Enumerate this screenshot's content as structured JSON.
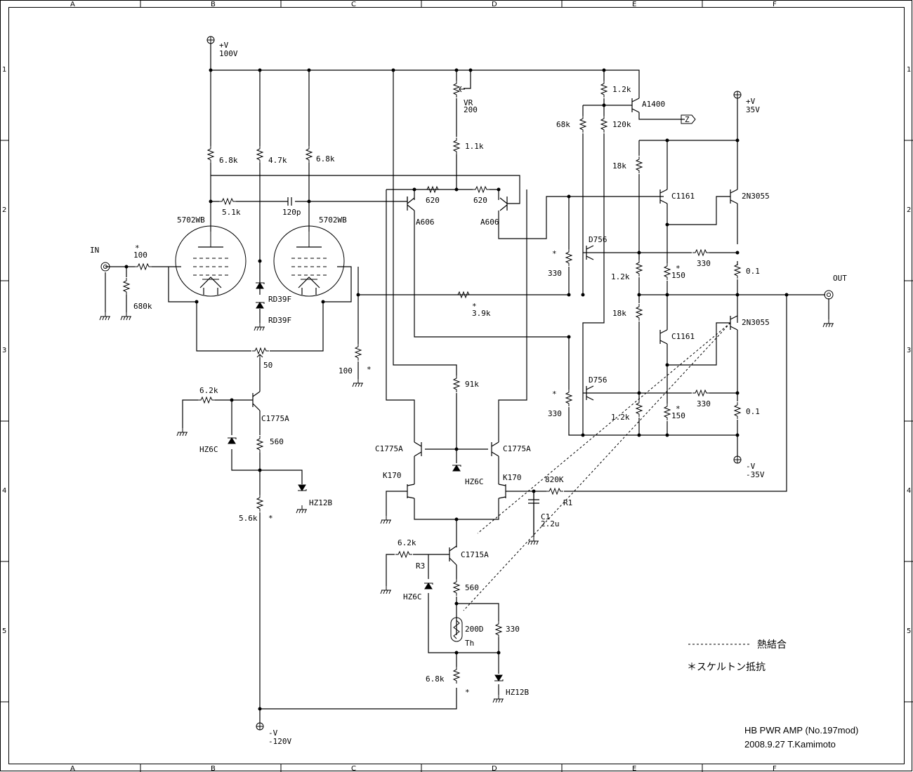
{
  "title_block": {
    "name": "HB PWR AMP (No.197mod)",
    "date_author": "2008.9.27  T.Kamimoto"
  },
  "legend": {
    "thermal": "熱結合",
    "skeleton": "＊スケルトン抵抗"
  },
  "frame": {
    "cols": [
      "A",
      "B",
      "C",
      "D",
      "E",
      "F"
    ],
    "rows": [
      "1",
      "2",
      "3",
      "4",
      "5"
    ]
  },
  "rails": {
    "v100": [
      "+V",
      "100V"
    ],
    "v35p": [
      "+V",
      "35V"
    ],
    "v35n": [
      "-V",
      "-35V"
    ],
    "v120n": [
      "-V",
      "-120V"
    ]
  },
  "io": {
    "in": "IN",
    "out": "OUT"
  },
  "labels": {
    "r100in": "100",
    "r680k": "680k",
    "star": "*",
    "r68k_b": "6.8k",
    "r47k": "4.7k",
    "r68k_b2": "6.8k",
    "r51k": "5.1k",
    "c120p": "120p",
    "tube1": "5702WB",
    "tube2": "5702WB",
    "rd1": "RD39F",
    "rd2": "RD39F",
    "pot50": "50",
    "r100b": "100",
    "r62k_b": "6.2k",
    "q_c1775a_b": "C1775A",
    "hz6c_b": "HZ6C",
    "r560_b": "560",
    "hz12b_b": "HZ12B",
    "r56k": "5.6k",
    "vr": "VR",
    "vr200": "200",
    "r11k": "1.1k",
    "r620a": "620",
    "r620b": "620",
    "a606a": "A606",
    "a606b": "A606",
    "r39k": "3.9k",
    "r91k": "91k",
    "c1775a_l": "C1775A",
    "c1775a_r": "C1775A",
    "k170a": "K170",
    "k170b": "K170",
    "hz6c_d": "HZ6C",
    "r820k": "820K",
    "r1": "R1",
    "c1": "C1",
    "c1v": "2.2u",
    "r62k_c": "6.2k",
    "r3": "R3",
    "c1715a": "C1715A",
    "hz6c_c": "HZ6C",
    "r560_d": "560",
    "th200d": "200D",
    "th": "Th",
    "r330_d": "330",
    "r68k_d": "6.8k",
    "hz12b_d": "HZ12B",
    "r12k_e": "1.2k",
    "a1400": "A1400",
    "z": "Z",
    "r68k_e": "68k",
    "r120k": "120k",
    "r18k_a": "18k",
    "c1161a": "C1161",
    "n3055a": "2N3055",
    "d756a": "D756",
    "r330a": "330",
    "r330b": "330",
    "r12k_a": "1.2k",
    "r150a": "150",
    "r01a": "0.1",
    "r18k_b": "18k",
    "c1161b": "C1161",
    "n3055b": "2N3055",
    "d756b": "D756",
    "r330c": "330",
    "r330e": "330",
    "r12k_b": "1.2k",
    "r150b": "150",
    "r01b": "0.1"
  }
}
